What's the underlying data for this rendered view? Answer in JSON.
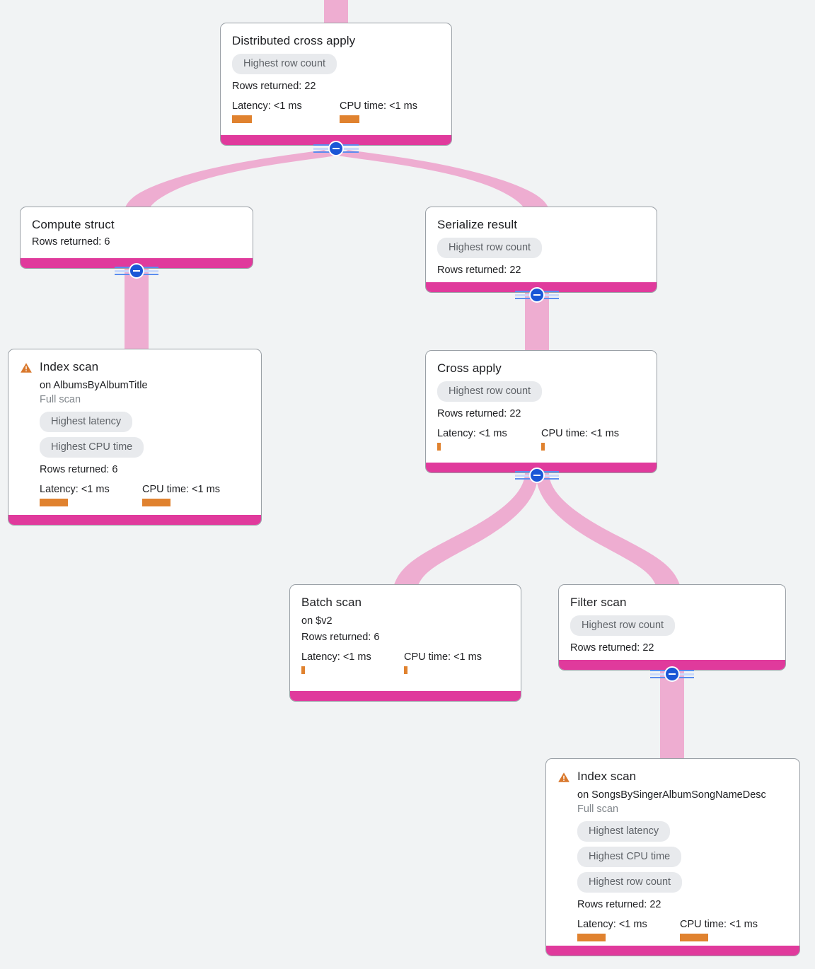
{
  "canvas": {
    "background": "#f1f3f4",
    "node_border_color": "#9aa0a6",
    "node_bottom_bar_color": "#e03a9c",
    "edge_color": "#eeadd1",
    "badge_bg": "#e8eaed",
    "badge_text_color": "#5f6368",
    "metric_bar_color": "#e0822f",
    "collapse_button_color": "#1a56d6",
    "warning_icon_color": "#d9782d"
  },
  "labels": {
    "rows_returned_prefix": "Rows returned: ",
    "latency_prefix": "Latency: ",
    "cpu_prefix": "CPU time: ",
    "on_prefix": "on ",
    "collapse_icon": "minus-icon"
  },
  "nodes": [
    {
      "id": "distributed-cross-apply",
      "title": "Distributed cross apply",
      "warning": false,
      "target": "",
      "scan_note": "",
      "badges": [
        "Highest row count"
      ],
      "rows_returned": "Rows returned: 22",
      "latency": "Latency: <1 ms",
      "cpu": "CPU time: <1 ms",
      "latency_bar_width": 28,
      "cpu_bar_width": 28
    },
    {
      "id": "compute-struct",
      "title": "Compute struct",
      "warning": false,
      "target": "",
      "scan_note": "",
      "badges": [],
      "rows_returned": "Rows returned: 6",
      "latency": "",
      "cpu": "",
      "latency_bar_width": 0,
      "cpu_bar_width": 0
    },
    {
      "id": "serialize-result",
      "title": "Serialize result",
      "warning": false,
      "target": "",
      "scan_note": "",
      "badges": [
        "Highest row count"
      ],
      "rows_returned": "Rows returned: 22",
      "latency": "",
      "cpu": "",
      "latency_bar_width": 0,
      "cpu_bar_width": 0
    },
    {
      "id": "index-scan-albums",
      "title": "Index scan",
      "warning": true,
      "target": "on AlbumsByAlbumTitle",
      "scan_note": "Full scan",
      "badges": [
        "Highest latency",
        "Highest CPU time"
      ],
      "rows_returned": "Rows returned: 6",
      "latency": "Latency: <1 ms",
      "cpu": "CPU time: <1 ms",
      "latency_bar_width": 40,
      "cpu_bar_width": 40
    },
    {
      "id": "cross-apply",
      "title": "Cross apply",
      "warning": false,
      "target": "",
      "scan_note": "",
      "badges": [
        "Highest row count"
      ],
      "rows_returned": "Rows returned: 22",
      "latency": "Latency: <1 ms",
      "cpu": "CPU time: <1 ms",
      "latency_bar_width": 5,
      "cpu_bar_width": 5
    },
    {
      "id": "batch-scan",
      "title": "Batch scan",
      "warning": false,
      "target": "on $v2",
      "scan_note": "",
      "badges": [],
      "rows_returned": "Rows returned: 6",
      "latency": "Latency: <1 ms",
      "cpu": "CPU time: <1 ms",
      "latency_bar_width": 5,
      "cpu_bar_width": 5
    },
    {
      "id": "filter-scan",
      "title": "Filter scan",
      "warning": false,
      "target": "",
      "scan_note": "",
      "badges": [
        "Highest row count"
      ],
      "rows_returned": "Rows returned: 22",
      "latency": "",
      "cpu": "",
      "latency_bar_width": 0,
      "cpu_bar_width": 0
    },
    {
      "id": "index-scan-songs",
      "title": "Index scan",
      "warning": true,
      "target": "on SongsBySingerAlbumSongNameDesc",
      "scan_note": "Full scan",
      "badges": [
        "Highest latency",
        "Highest CPU time",
        "Highest row count"
      ],
      "rows_returned": "Rows returned: 22",
      "latency": "Latency: <1 ms",
      "cpu": "CPU time: <1 ms",
      "latency_bar_width": 40,
      "cpu_bar_width": 40
    }
  ]
}
